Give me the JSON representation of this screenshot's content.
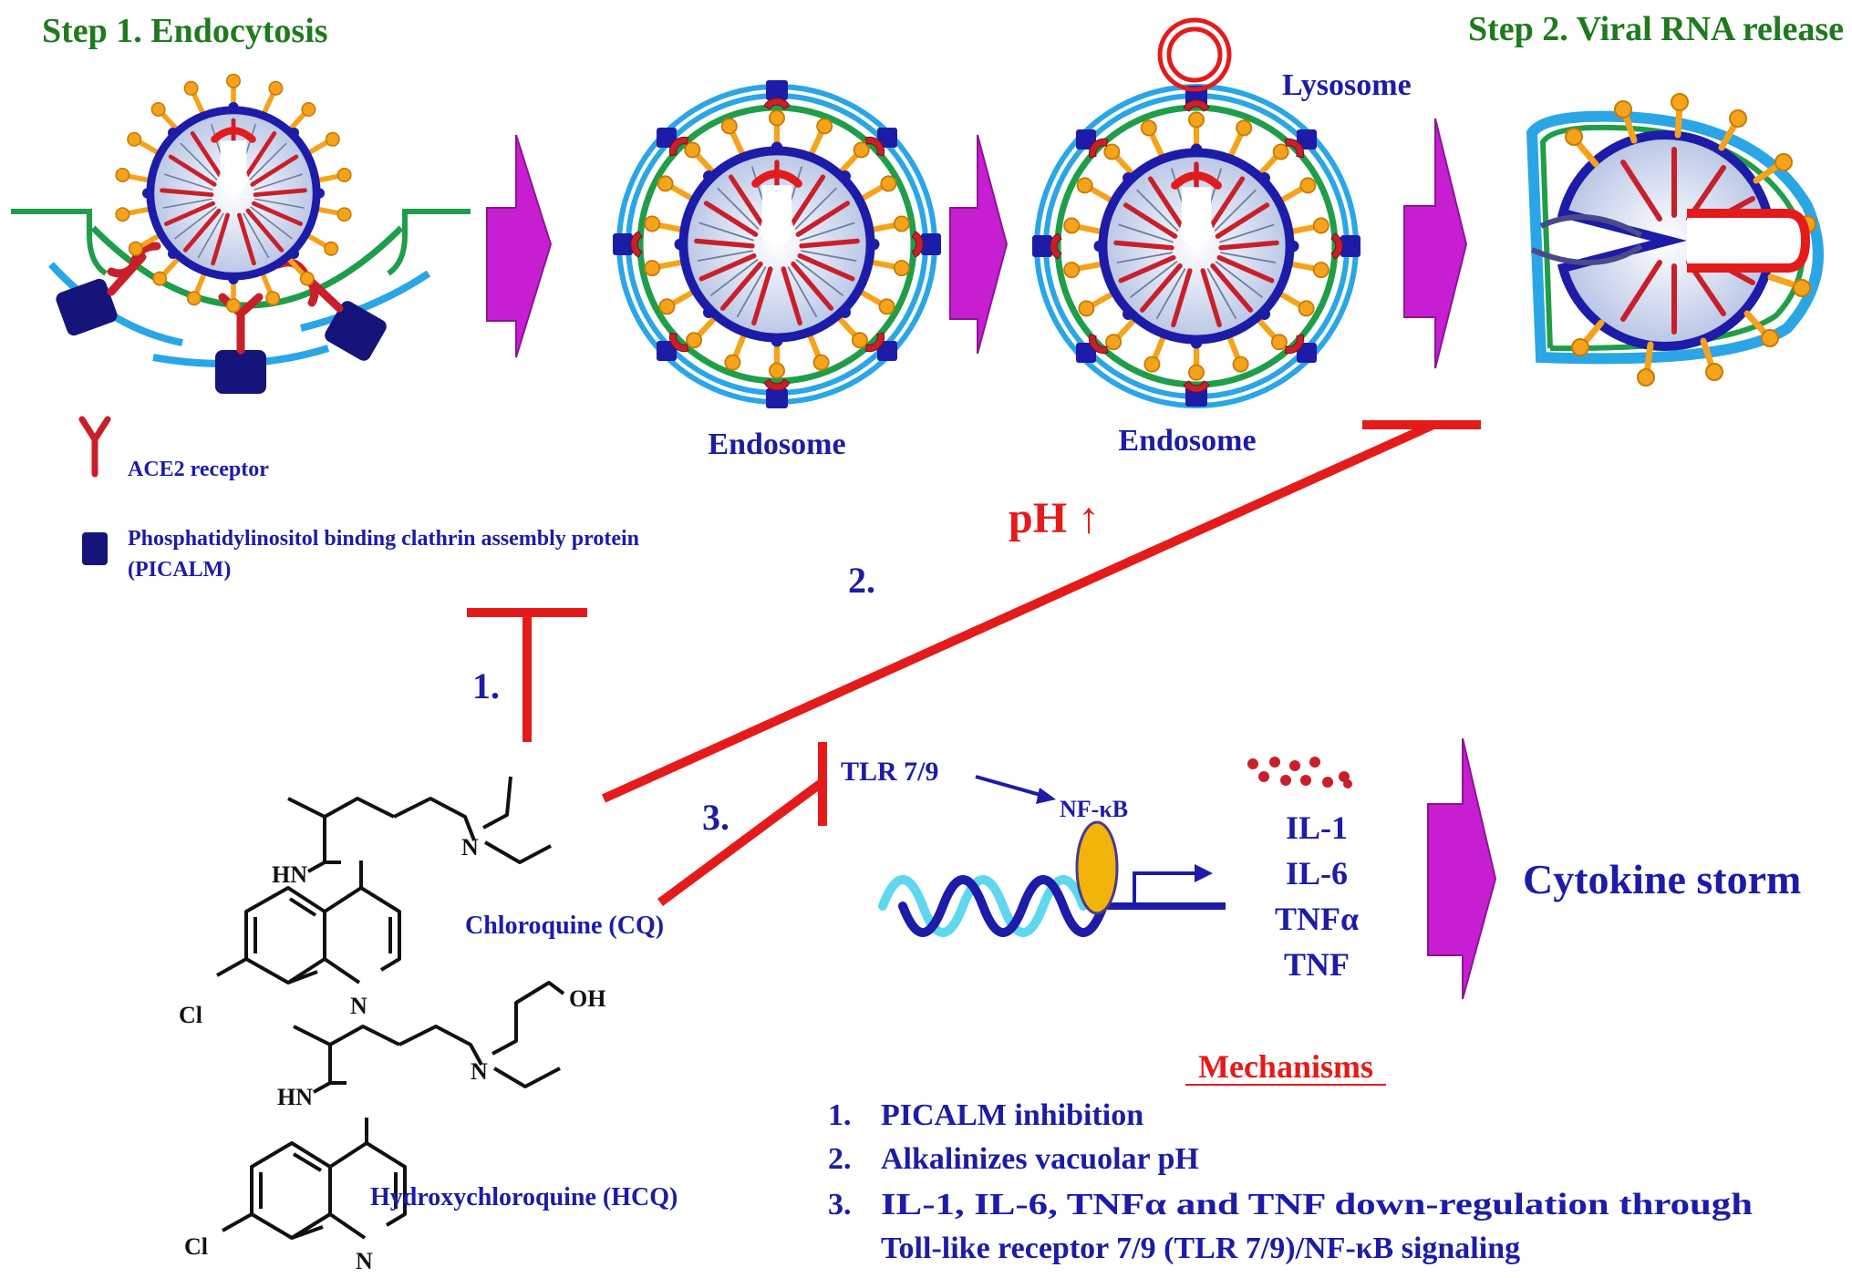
{
  "headings": {
    "step1": "Step 1. Endocytosis",
    "step2": "Step 2. Viral RNA release"
  },
  "labels": {
    "lysosome": "Lysosome",
    "endosome_a": "Endosome",
    "endosome_b": "Endosome",
    "ph": "pH ↑",
    "num1": "1.",
    "num2": "2.",
    "num3": "3.",
    "tlr": "TLR 7/9",
    "nfkb": "NF-κB",
    "cytokine_storm": "Cytokine storm"
  },
  "cytokines": [
    "IL-1",
    "IL-6",
    "TNFα",
    "TNF"
  ],
  "legend": {
    "ace2": "ACE2 receptor",
    "picalm_line1": "Phosphatidylinositol binding clathrin assembly protein",
    "picalm_line2": "(PICALM)"
  },
  "molecules": {
    "cq": {
      "name": "Chloroquine (CQ)",
      "hn": "HN",
      "n_amine": "N",
      "n_ring": "N",
      "cl": "Cl"
    },
    "hcq": {
      "name": "Hydroxychloroquine (HCQ)",
      "hn": "HN",
      "n_amine": "N",
      "n_ring": "N",
      "cl": "Cl",
      "oh": "OH"
    }
  },
  "mechanisms": {
    "title": "Mechanisms",
    "items": [
      {
        "num": "1.",
        "text": "PICALM inhibition"
      },
      {
        "num": "2.",
        "text": "Alkalinizes vacuolar pH"
      },
      {
        "num": "3.",
        "text": "IL-1, IL-6, TNFα and TNF down-regulation through"
      }
    ],
    "item3_line2": "Toll-like receptor 7/9 (TLR 7/9)/NF-κB signaling"
  },
  "colors": {
    "heading_green": "#1e7a1e",
    "label_navy": "#1c1ca8",
    "inhibition_red": "#e41b1b",
    "arrow_magenta": "#c81ed2",
    "membrane_cyan": "#2aa6e6",
    "membrane_green": "#1f9e4a",
    "picalm_blue": "#14147a",
    "spike_orange": "#f5a31a",
    "nfkb_yellow": "#f2b30a"
  }
}
